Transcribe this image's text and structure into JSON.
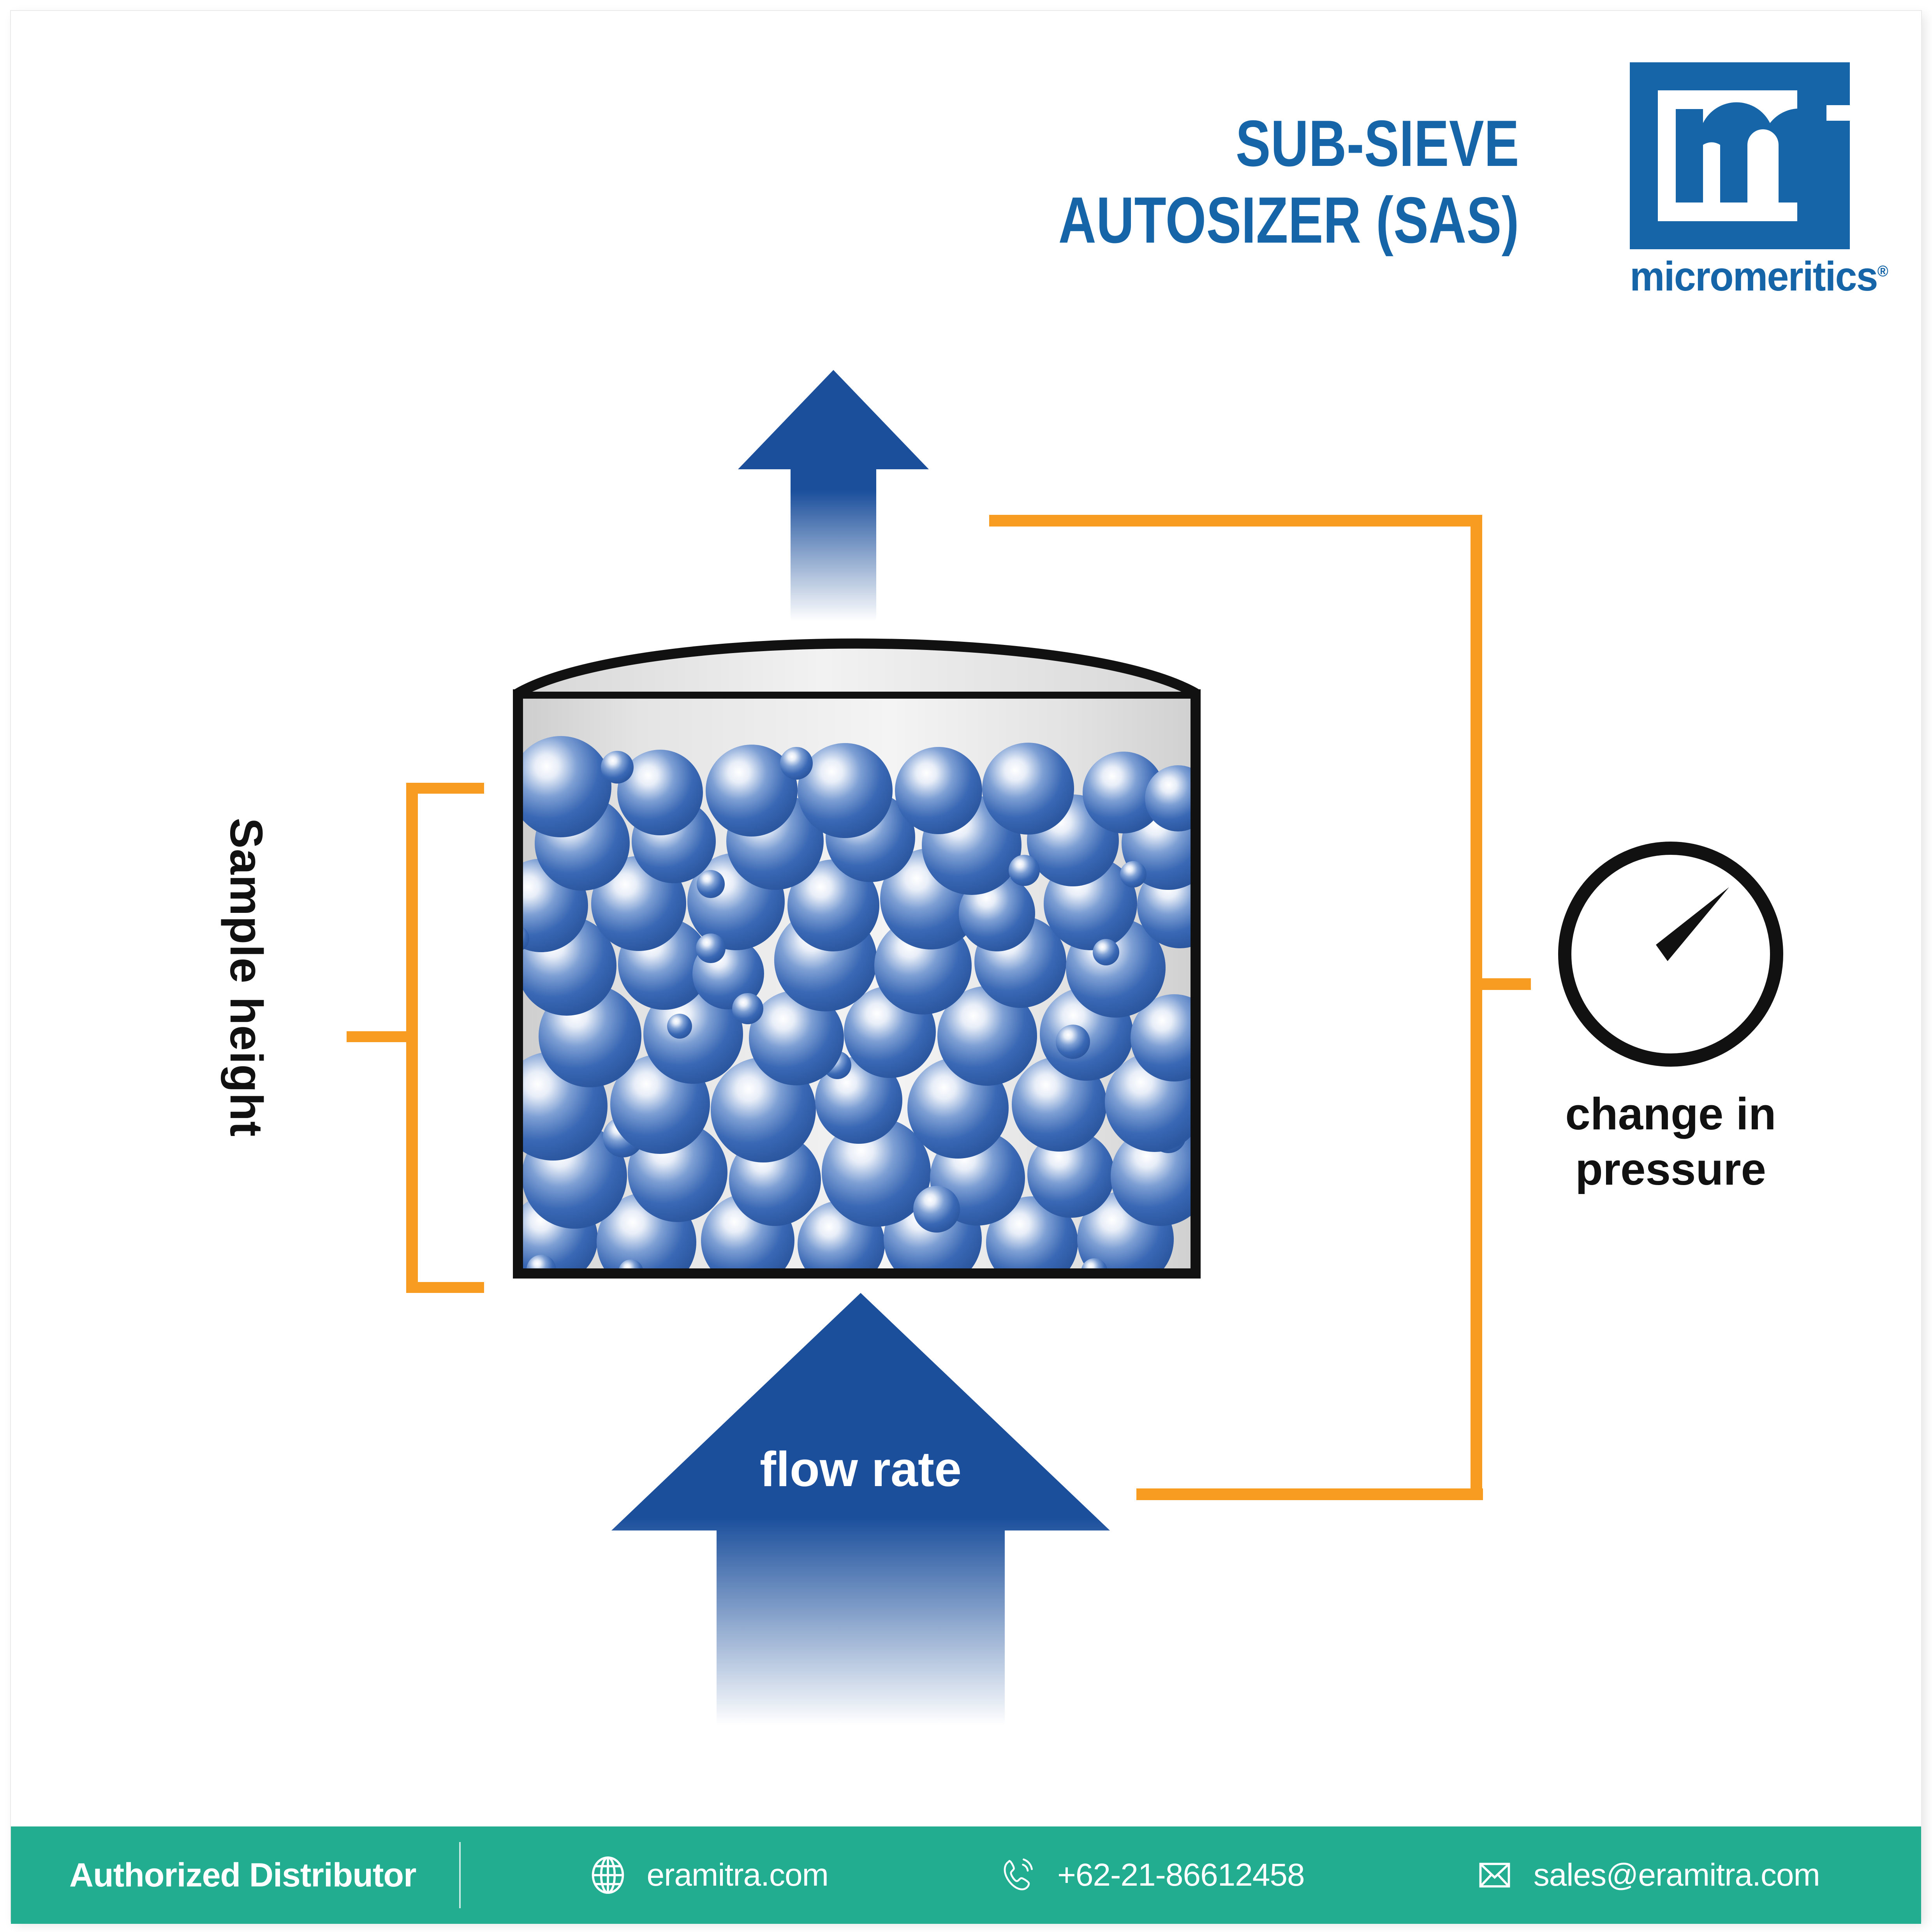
{
  "header": {
    "title_line1": "SUB-SIEVE",
    "title_line2": "AUTOSIZER (SAS)",
    "title_color": "#1565A8",
    "logo_wordmark": "micromeritics",
    "logo_registered": "®",
    "logo_letters": "mi"
  },
  "diagram": {
    "top_arrow_name": "outflow-arrow",
    "sample_height_label": "Sample height",
    "flow_rate_label": "flow rate",
    "pressure_label_line1": "change in",
    "pressure_label_line2": "pressure",
    "arrow_color": "#1B4F9C",
    "bracket_color": "#F79B21",
    "pipe_color": "#F79B21",
    "vessel_outline_color": "#111111",
    "particle_color": "#2E5EA8",
    "particle_highlight_color": "#FFFFFF"
  },
  "footer": {
    "background": "#22AC90",
    "distributor_label": "Authorized Distributor",
    "website": "eramitra.com",
    "phone": "+62-21-86612458",
    "email": "sales@eramitra.com",
    "website_icon": "globe-icon",
    "phone_icon": "phone-icon",
    "email_icon": "envelope-icon"
  }
}
